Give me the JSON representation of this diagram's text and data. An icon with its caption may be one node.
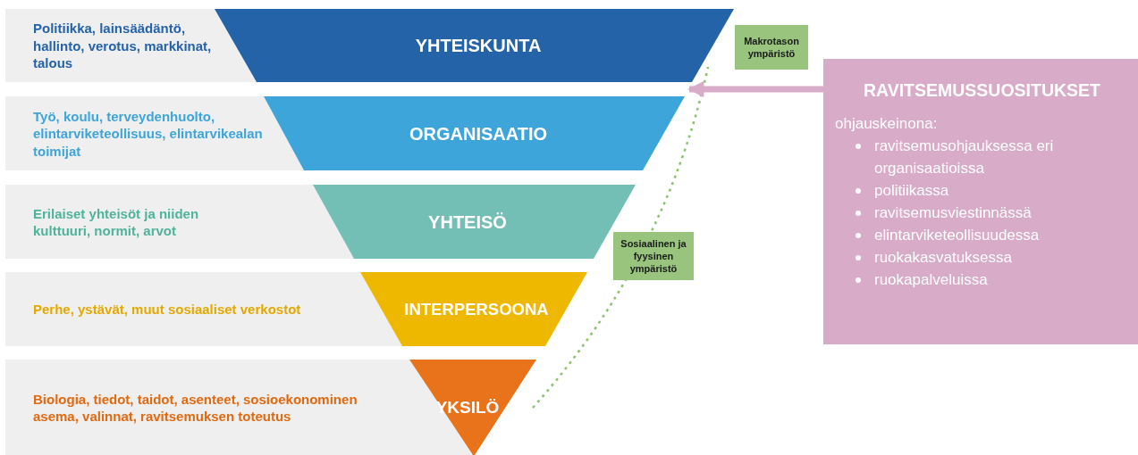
{
  "diagram": {
    "nodes": [
      {
        "text": [
          "Politiikka, lainsäädäntö, hallinto, verotus, markkinat, talous"
        ]
      },
      {
        "text": [
          "YHTEISKUNTA"
        ]
      },
      {
        "text": [
          "Työ, koulu, terveydenhuolto, elintarviketeollisuus, elintarvikealan toimijat"
        ]
      },
      {
        "text": [
          "ORGANISAATIO"
        ]
      },
      {
        "text": [
          "Erilaiset yhteisöt ja niiden kulttuuri, normit, arvot"
        ]
      },
      {
        "text": [
          "YHTEISÖ"
        ]
      },
      {
        "text": [
          "Perhe, ystävät, muut sosiaaliset verkostot"
        ]
      },
      {
        "text": [
          "INTERPERSOONA"
        ]
      },
      {
        "text": [
          "Biologia, tiedot, taidot, asenteet, sosioekonominen asema, valinnat, ravitsemuksen toteutus"
        ]
      },
      {
        "text": [
          "YKSILÖ"
        ]
      },
      {
        "text": [
          "Makrotason ympäristö"
        ]
      },
      {
        "text": [
          "Sosiaalinen ja fyysinen ympäristö"
        ]
      },
      {
        "text": [
          "RAVITSEMUSSUOSITUKSET",
          "ohjauskeinona:",
          "ravitsemusohjauksessa eri organisaatioissa",
          "politiikassa",
          "ravitsemusviestinnässä",
          "elintarviketeollisuudessa",
          "ruokakasvatuksessa",
          "ruokapalveluissa"
        ]
      }
    ],
    "edges": [
      {
        "from": 12,
        "to": 3,
        "arrow": "to"
      }
    ]
  }
}
